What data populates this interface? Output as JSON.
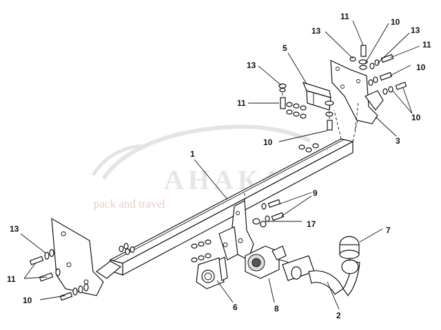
{
  "watermark": {
    "brand": "АНАКА",
    "tagline": "pack and travel"
  },
  "callouts": [
    {
      "id": "c1",
      "label": "1"
    },
    {
      "id": "c2",
      "label": "2"
    },
    {
      "id": "c3",
      "label": "3"
    },
    {
      "id": "c5",
      "label": "5"
    },
    {
      "id": "c6",
      "label": "6"
    },
    {
      "id": "c7",
      "label": "7"
    },
    {
      "id": "c8",
      "label": "8"
    },
    {
      "id": "c9",
      "label": "9"
    },
    {
      "id": "c17",
      "label": "17"
    },
    {
      "id": "c11a",
      "label": "11"
    },
    {
      "id": "c10a",
      "label": "10"
    },
    {
      "id": "c13a",
      "label": "13"
    },
    {
      "id": "c13b",
      "label": "13"
    },
    {
      "id": "c11b",
      "label": "11"
    },
    {
      "id": "c10b",
      "label": "10"
    },
    {
      "id": "c13c",
      "label": "13"
    },
    {
      "id": "c11c",
      "label": "11"
    },
    {
      "id": "c10c",
      "label": "10"
    },
    {
      "id": "c10d",
      "label": "10"
    },
    {
      "id": "c13d",
      "label": "13"
    },
    {
      "id": "c11d",
      "label": "11"
    },
    {
      "id": "c11e",
      "label": "11"
    },
    {
      "id": "c13e",
      "label": "13"
    },
    {
      "id": "c11f",
      "label": "11"
    },
    {
      "id": "c10e",
      "label": "10"
    }
  ]
}
